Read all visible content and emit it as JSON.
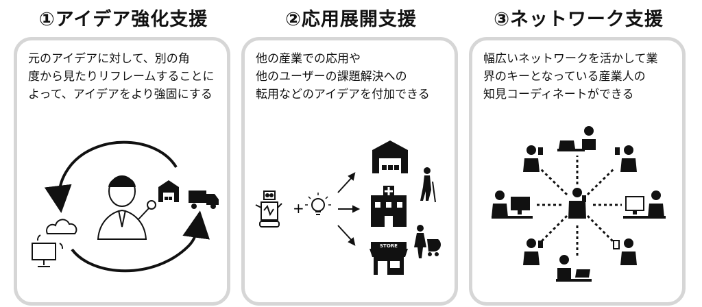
{
  "columns": [
    {
      "title": "①アイデア強化支援",
      "description": [
        "元のアイデアに対して、別の角",
        "度から見たりリフレームすることに",
        "よって、アイデアをより強固にする"
      ],
      "icons": [
        "person-icon",
        "warehouse-icon",
        "truck-icon",
        "cloud-icon",
        "monitor-icon"
      ]
    },
    {
      "title": "②応用展開支援",
      "description": [
        "他の産業での応用や",
        "他のユーザーの課題解決への",
        "転用などのアイデアを付加できる"
      ],
      "store_sign": "STORE",
      "icons": [
        "robot-icon",
        "lightbulb-icon",
        "warehouse-icon",
        "hospital-icon",
        "store-icon",
        "elderly-icon",
        "parent-stroller-icon"
      ]
    },
    {
      "title": "③ネットワーク支援",
      "description": [
        "幅広いネットワークを活かして業",
        "界のキーとなっている産業人の",
        "知見コーディネートができる"
      ],
      "icons": [
        "central-person-icon",
        "person-laptop-icon",
        "person-phone-icon",
        "person-monitor-icon"
      ]
    }
  ],
  "colors": {
    "border": "#d6d6d6",
    "ink": "#111111"
  }
}
